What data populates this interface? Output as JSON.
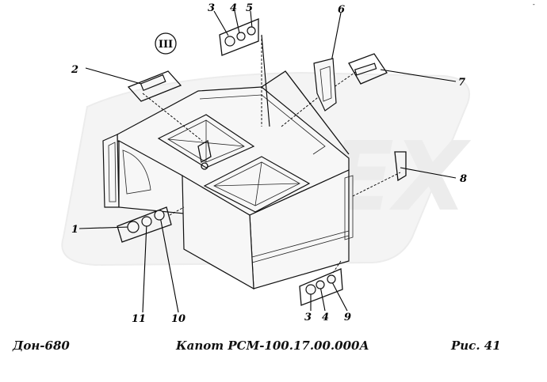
{
  "view_marker": "III",
  "watermark": "OPEX",
  "corner_mark": "-",
  "callouts": [
    {
      "id": "1",
      "label": "1"
    },
    {
      "id": "2",
      "label": "2"
    },
    {
      "id": "3a",
      "label": "3"
    },
    {
      "id": "4a",
      "label": "4"
    },
    {
      "id": "5",
      "label": "5"
    },
    {
      "id": "6",
      "label": "6"
    },
    {
      "id": "7",
      "label": "7"
    },
    {
      "id": "8",
      "label": "8"
    },
    {
      "id": "11",
      "label": "11"
    },
    {
      "id": "10",
      "label": "10"
    },
    {
      "id": "3b",
      "label": "3"
    },
    {
      "id": "4b",
      "label": "4"
    },
    {
      "id": "9",
      "label": "9"
    }
  ],
  "footer": {
    "left": "Дон-680",
    "center": "Капот РСМ-100.17.00.000А",
    "right": "Рис.   41"
  }
}
